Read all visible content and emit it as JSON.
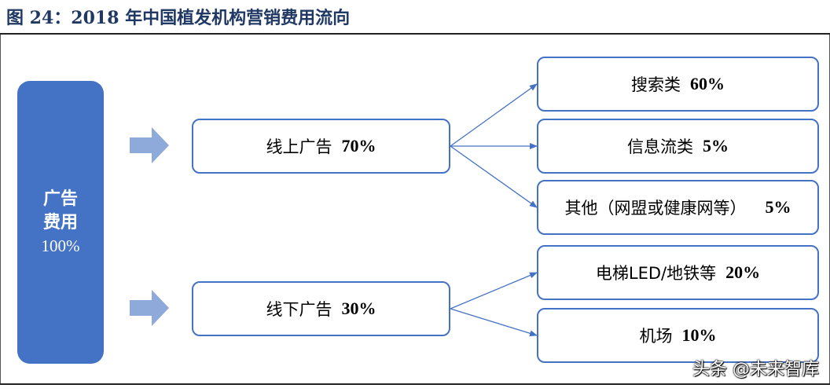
{
  "title": "图 24：2018 年中国植发机构营销费用流向",
  "total": {
    "label_line1": "广告",
    "label_line2": "费用",
    "pct": "100%"
  },
  "online": {
    "label": "线上广告",
    "pct": "70%",
    "children": [
      {
        "label": "搜索类",
        "pct": "60%"
      },
      {
        "label": "信息流类",
        "pct": "5%"
      },
      {
        "label": "其他（网盟或健康网等）",
        "pct": "5%"
      }
    ]
  },
  "offline": {
    "label": "线下广告",
    "pct": "30%",
    "children": [
      {
        "label": "电梯LED/地铁等",
        "pct": "20%"
      },
      {
        "label": "机场",
        "pct": "10%"
      }
    ]
  },
  "watermark": "头条 @未来智库",
  "colors": {
    "accent": "#4472c4",
    "arrow_fill": "#8eaadb",
    "title": "#1f3864"
  }
}
